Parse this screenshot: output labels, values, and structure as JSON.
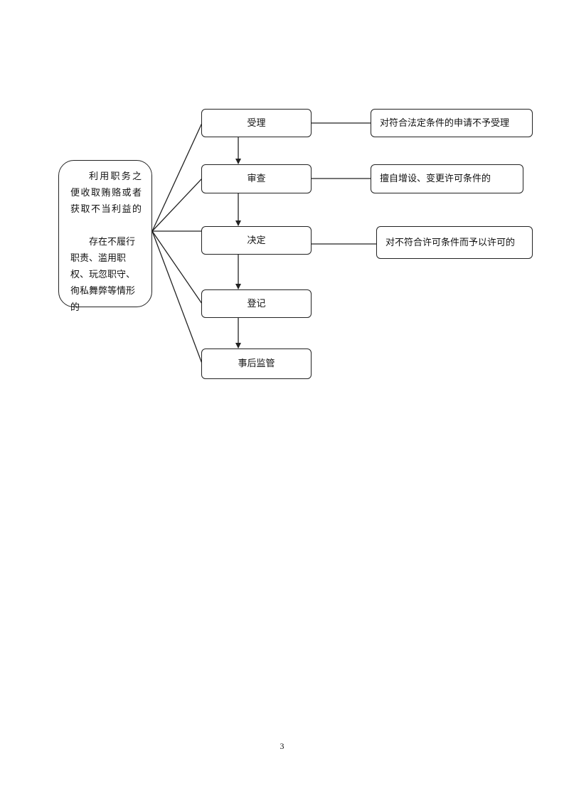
{
  "left_box": {
    "paragraph_1": "利用职务之便收取贿赂或者获取不当利益的",
    "paragraph_2": "存在不履行职责、滥用职权、玩忽职守、徇私舞弊等情形的"
  },
  "steps": [
    {
      "id": "step-accept",
      "label": "受理"
    },
    {
      "id": "step-review",
      "label": "审查"
    },
    {
      "id": "step-decide",
      "label": "决定"
    },
    {
      "id": "step-register",
      "label": "登记"
    },
    {
      "id": "step-supervise",
      "label": "事后监管"
    }
  ],
  "conditions": [
    {
      "id": "cond-accept",
      "label": "对符合法定条件的申请不予受理"
    },
    {
      "id": "cond-review",
      "label": "擅自增设、变更许可条件的"
    },
    {
      "id": "cond-decide",
      "label": "对不符合许可条件而予以许可的"
    }
  ],
  "page_number": "3"
}
